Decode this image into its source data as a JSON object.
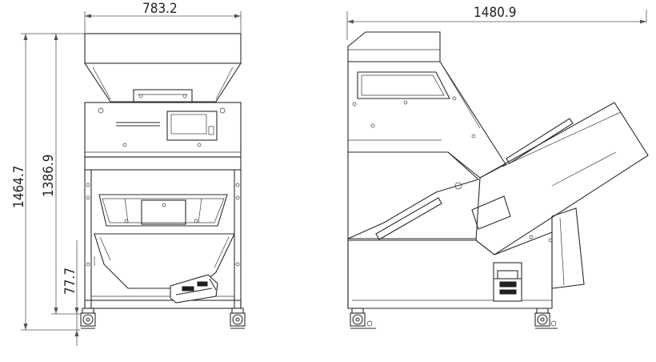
{
  "front_view": {
    "width_dim": "783.2",
    "total_height_dim": "1464.7",
    "body_height_dim": "1386.9",
    "caster_height_dim": "77.7"
  },
  "side_view": {
    "length_dim": "1480.9"
  }
}
